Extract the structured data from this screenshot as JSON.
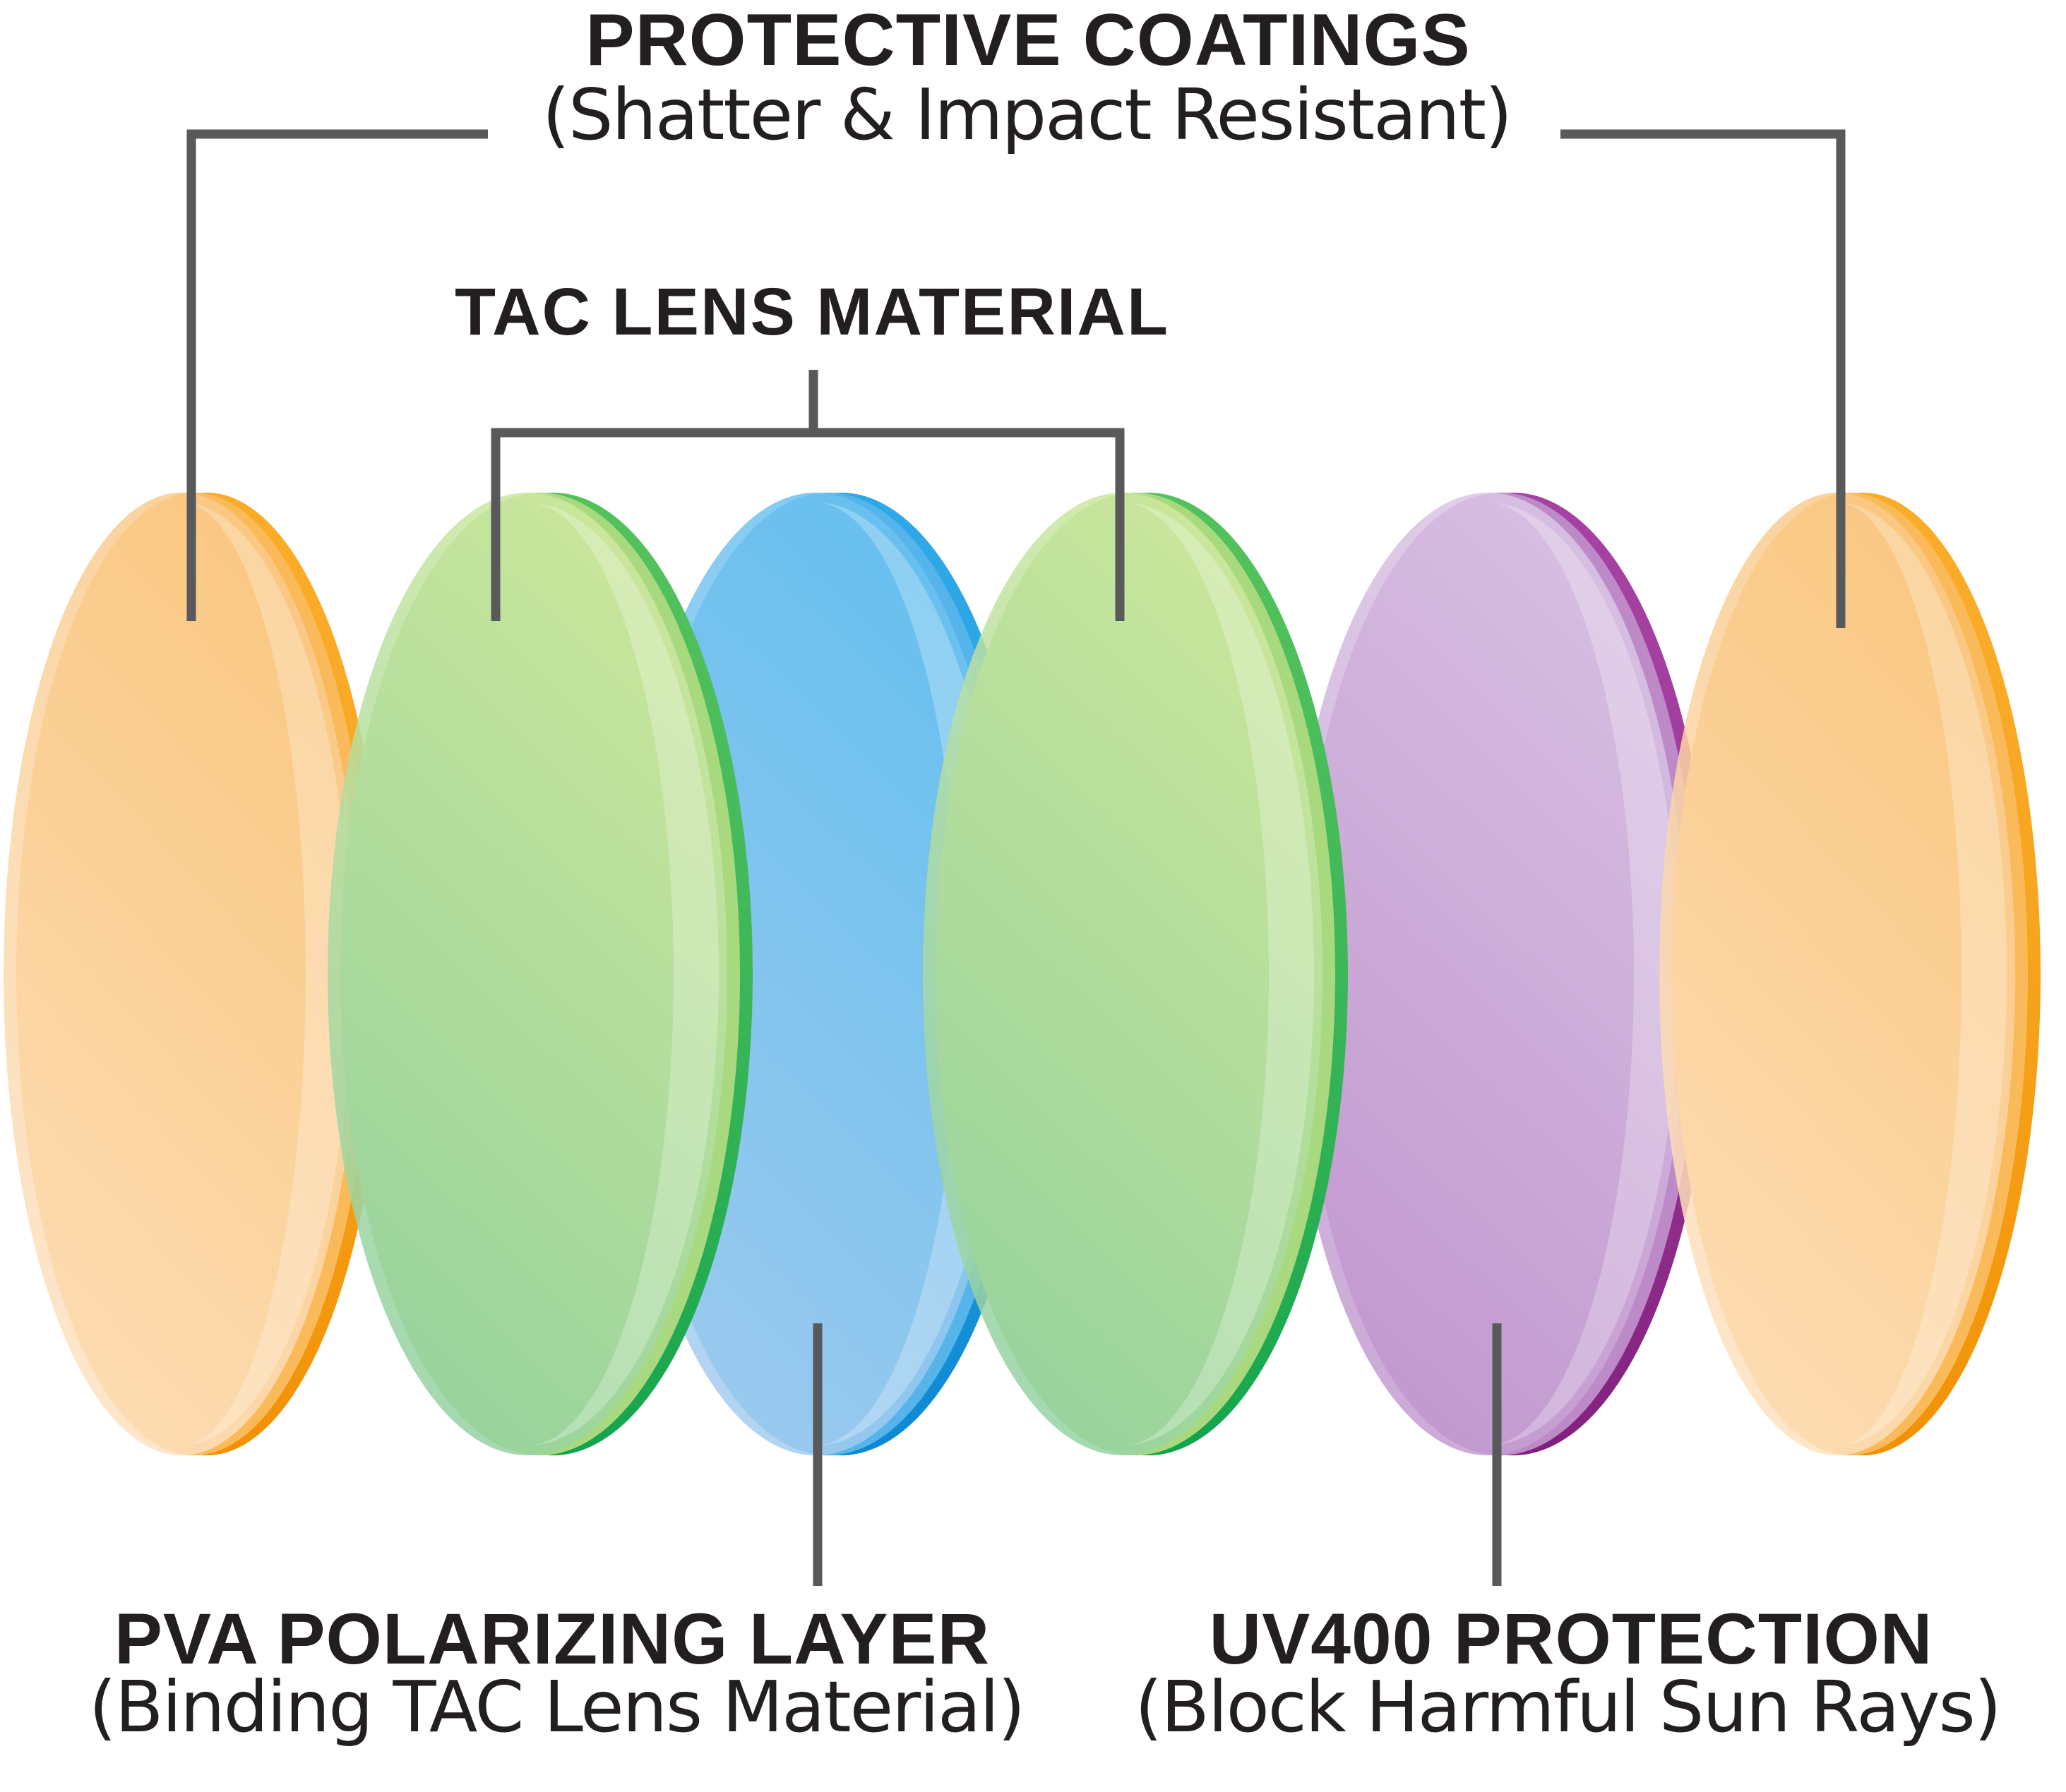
{
  "header": {
    "title": "PROTECTIVE COATINGS",
    "subtitle": "(Shatter & Impact Resistant)"
  },
  "labels": {
    "tac": {
      "title": "TAC LENS MATERIAL"
    },
    "pva": {
      "title": "PVA POLARIZING LAYER",
      "subtitle": "(Binding TAC Lens Material)"
    },
    "uv": {
      "title": "UV400 PROTECTION",
      "subtitle": "(Block Harmful Sun Rays)"
    }
  },
  "diagram": {
    "background": "#FFFFFF",
    "text_color": "#231F20",
    "connector_color": "#58595B",
    "layers": [
      {
        "id": "protective-coating-left",
        "material": "Protective Coating",
        "color_name": "orange",
        "face_from": "#F9C987",
        "face_to": "#FDE2C2",
        "mid": "#FBBA5A",
        "rim_from": "#FAAD2A",
        "rim_to": "#F08E00",
        "row": "back"
      },
      {
        "id": "tac-lens-left",
        "material": "TAC Lens Material",
        "color_name": "green",
        "face_from": "#D1E9A0",
        "face_to": "#93D1A2",
        "mid": "#A9D97E",
        "rim_from": "#55C25E",
        "rim_to": "#0AA04C",
        "row": "front"
      },
      {
        "id": "pva-polarizing-layer",
        "material": "PVA Polarizing Layer",
        "color_name": "blue",
        "face_from": "#68C1EF",
        "face_to": "#A8CDEF",
        "mid": "#55B4EA",
        "rim_from": "#2FA9E7",
        "rim_to": "#0A84CF",
        "row": "back"
      },
      {
        "id": "tac-lens-right",
        "material": "TAC Lens Material",
        "color_name": "green",
        "face_from": "#D1E9A0",
        "face_to": "#93D1A2",
        "mid": "#A9D97E",
        "rim_from": "#55C25E",
        "rim_to": "#0AA04C",
        "row": "front"
      },
      {
        "id": "uv400-layer",
        "material": "UV400 Protection",
        "color_name": "purple",
        "face_from": "#DCC9E7",
        "face_to": "#C29AD0",
        "mid": "#BD8AC7",
        "rim_from": "#A743A3",
        "rim_to": "#7C1C78",
        "row": "back"
      },
      {
        "id": "protective-coating-right",
        "material": "Protective Coating",
        "color_name": "orange",
        "face_from": "#F9C987",
        "face_to": "#FDE2C2",
        "mid": "#FBBA5A",
        "rim_from": "#FAAD2A",
        "rim_to": "#F08E00",
        "row": "front"
      }
    ]
  }
}
